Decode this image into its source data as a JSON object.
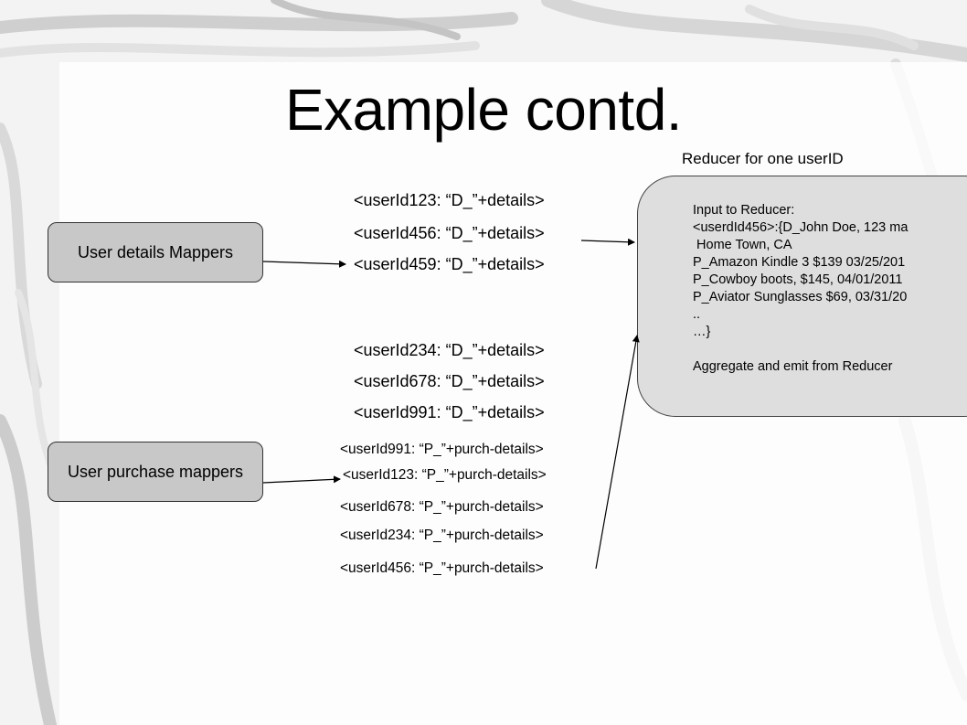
{
  "title": "Example contd.",
  "reducer": {
    "caption": "Reducer for one userID",
    "lines": [
      "Input to Reducer:",
      "<userdId456>:{D_John Doe, 123 ma",
      " Home Town, CA",
      "P_Amazon Kindle 3 $139 03/25/201",
      "P_Cowboy boots, $145, 04/01/2011",
      "P_Aviator Sunglasses $69, 03/31/20",
      "..",
      "…}",
      "",
      "Aggregate and emit from Reducer"
    ]
  },
  "mappers": {
    "details_label": "User details Mappers",
    "purchase_label": "User purchase mappers"
  },
  "detail_pairs": [
    "<userId123: “D_”+details>",
    "<userId456: “D_”+details>",
    "<userId459: “D_”+details>",
    "<userId234: “D_”+details>",
    "<userId678: “D_”+details>",
    "<userId991: “D_”+details>"
  ],
  "purchase_pairs": [
    "<userId991: “P_”+purch-details>",
    "<userId123: “P_”+purch-details>",
    "<userId678: “P_”+purch-details>",
    "<userId234: “P_”+purch-details>",
    "<userId456: “P_”+purch-details>"
  ],
  "colors": {
    "mapper_fill": "#c8c8c8",
    "reducer_fill": "#dedede",
    "text": "#000000"
  }
}
